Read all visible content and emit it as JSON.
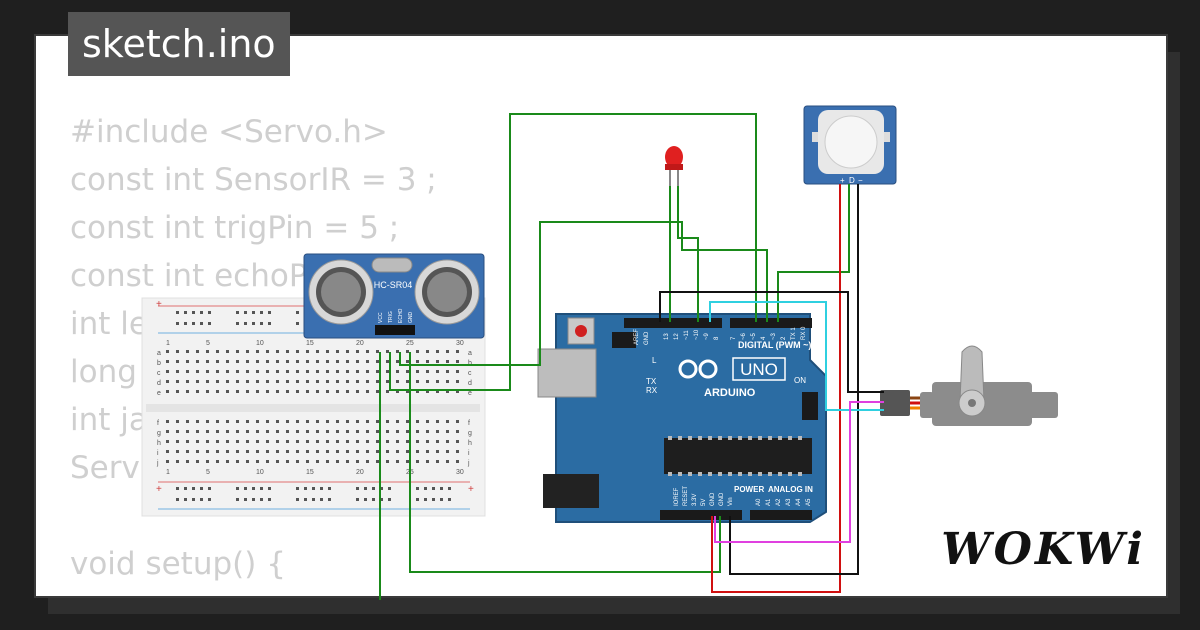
{
  "sketch_title": "sketch.ino",
  "code_lines": [
    "#include <Servo.h>",
    "const int SensorIR = 3 ;",
    "const int trigPin = 5 ;",
    "const int echoPi",
    "int le",
    "long",
    "int ja",
    "Servo",
    "",
    "void setup() {"
  ],
  "components": {
    "ultrasonic_label": "HC-SR04",
    "ultrasonic_pins": [
      "VCC",
      "TRIG",
      "ECHO",
      "GND"
    ],
    "arduino_brand": "ARDUINO",
    "arduino_model": "UNO",
    "arduino_digital_label": "DIGITAL (PWM ~)",
    "arduino_power_label": "POWER",
    "arduino_analog_label": "ANALOG IN",
    "arduino_on_label": "ON",
    "arduino_tx": "TX",
    "arduino_rx": "RX",
    "arduino_l": "L",
    "arduino_aref": "AREF",
    "arduino_gnd": "GND",
    "digital_pins": [
      "13",
      "12",
      "~11",
      "~10",
      "~9",
      "8",
      "7",
      "~6",
      "~5",
      "4",
      "~3",
      "2",
      "TX 1",
      "RX 0"
    ],
    "power_pins": [
      "IOREF",
      "RESET",
      "3.3V",
      "5V",
      "GND",
      "GND",
      "Vin"
    ],
    "analog_pins": [
      "A0",
      "A1",
      "A2",
      "A3",
      "A4",
      "A5"
    ],
    "pir_pins": [
      "+",
      "D",
      "−"
    ],
    "breadboard_numbers": [
      "1",
      "5",
      "10",
      "15",
      "20",
      "25",
      "30"
    ],
    "breadboard_rows_top": [
      "a",
      "b",
      "c",
      "d",
      "e"
    ],
    "breadboard_rows_bottom": [
      "f",
      "g",
      "h",
      "i",
      "j"
    ],
    "breadboard_plus": "+",
    "breadboard_minus": "−"
  },
  "logo_text": "WOKWi",
  "colors": {
    "wire_green": "#1a8a1a",
    "wire_cyan": "#2fd0e0",
    "wire_magenta": "#e040e0",
    "wire_red": "#d01010",
    "wire_black": "#111111",
    "arduino_blue": "#2b6ca3",
    "sensor_blue": "#3a6fb0",
    "led_red": "#e02020"
  }
}
